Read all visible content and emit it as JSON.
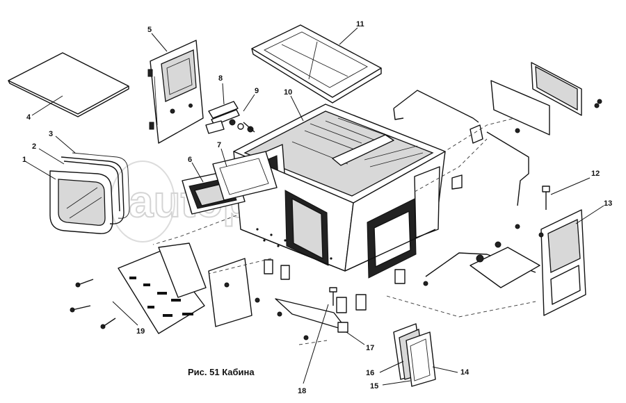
{
  "caption": "Рис. 51  Кабина",
  "watermark": "autopiter.ru",
  "callouts": [
    "1",
    "2",
    "3",
    "4",
    "5",
    "6",
    "7",
    "8",
    "9",
    "10",
    "11",
    "12",
    "13",
    "14",
    "15",
    "16",
    "17",
    "18",
    "19"
  ]
}
